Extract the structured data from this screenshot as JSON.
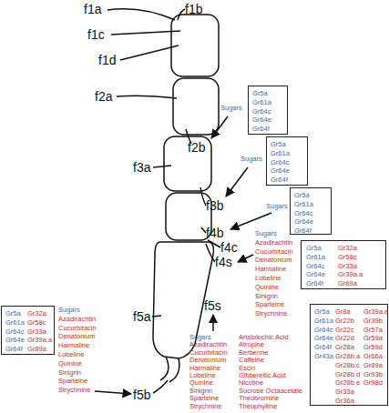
{
  "diagram": {
    "nodes": [
      {
        "text": [
          "Gr5a",
          "Gr61a",
          "Gr64c",
          "Gr64e",
          "Gr64f"
        ]
      },
      {
        "text": [
          "Gr5a",
          "Gr61a",
          "Gr64c",
          "Gr64e",
          "Gr64f"
        ]
      },
      {
        "text": [
          "Gr5a",
          "Gr61a",
          "Gr64c",
          "Gr64e",
          "Gr64f"
        ]
      },
      {
        "text": [
          "Gr5a",
          "Gr61a",
          "Gr64c",
          "Gr64e",
          "Gr64f",
          "Gr32a",
          "Gr58c",
          "Gr33a",
          "Gr39a.a",
          "Gr89a"
        ]
      },
      {
        "text": [
          "Gr5a",
          "Gr61a",
          "Gr64c",
          "Gr64e",
          "Gr64f",
          "Gr32a",
          "Gr58c",
          "Gr33a",
          "Gr39a.a",
          "Gr89a"
        ]
      },
      {
        "text": [
          "Gr5a",
          "Gr61a",
          "Gr64c",
          "Gr64e",
          "Gr64f",
          "Gr43a",
          "Gr8a",
          "Gr22b",
          "Gr22c",
          "Gr22d",
          "Gr28a",
          "Gr28b.a",
          "Gr28b.c",
          "Gr28b.d",
          "Gr28b.e",
          "Gr33a",
          "Gr36a",
          "Gr39a.a",
          "Gr39b",
          "Gr57a",
          "Gr59a",
          "Gr59d",
          "Gr66a",
          "Gr89a",
          "Gr93b",
          "Gr98d"
        ]
      }
    ],
    "labels": [
      "f1a",
      "f1b",
      "f1c",
      "f1d",
      "f2a",
      "f2b",
      "Sugars",
      "f3a",
      "f3b",
      "Sugars",
      "f4b",
      "Sugars",
      "f4c",
      "f4s",
      "Sugars",
      "Azadirachtin",
      "Cucurbitacin",
      "Denatonium",
      "Harmaline",
      "Lobeline",
      "Quinine",
      "Sinigrin",
      "Sparteine",
      "Strychnine",
      "f5a",
      "f5s",
      "Sugars",
      "Azadirachtin",
      "Cucurbitacin",
      "Denatonium",
      "Harmaline",
      "Lobeline",
      "Quinine",
      "Sinigrin",
      "Sparteine",
      "Strychnine",
      "f5b",
      "Sugars",
      "Azadirachtin",
      "Cucurbitacin",
      "Denatonium",
      "Harmaline",
      "Lobeline",
      "Quinine",
      "Sinigrin",
      "Sparteine",
      "Strychnine",
      "Aristolochic Acid",
      "Atropine",
      "Berberine",
      "Caffeine",
      "Escin",
      "Gibberellic Acid",
      "Nicotine",
      "Sucrose Octaacetate",
      "Theobromine",
      "Theophylline"
    ]
  }
}
